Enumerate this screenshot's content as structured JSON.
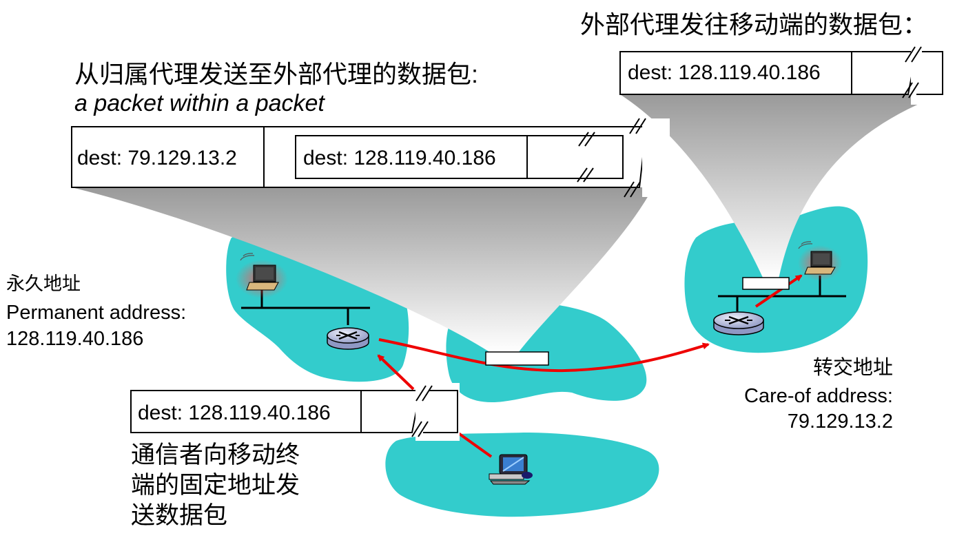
{
  "labels": {
    "foreign_agent_packet_title": "外部代理发往移动端的数据包：",
    "home_agent_packet_title": "从归属代理发送至外部代理的数据包:",
    "home_agent_packet_subtitle": "a packet within a packet",
    "permanent_address_cn": "永久地址",
    "permanent_address_en": "Permanent address:",
    "permanent_address_value": "128.119.40.186",
    "care_of_address_cn": "转交地址",
    "care_of_address_en": "Care-of address:",
    "care_of_address_value": "79.129.13.2",
    "correspondent_text_line1": "通信者向移动终",
    "correspondent_text_line2": "端的固定地址发",
    "correspondent_text_line3": "送数据包"
  },
  "packets": {
    "outer_dest": "dest: 79.129.13.2",
    "inner_dest": "dest: 128.119.40.186",
    "forwarded_dest": "dest: 128.119.40.186",
    "correspondent_dest": "dest: 128.119.40.186"
  },
  "colors": {
    "network_fill": "#33cccc",
    "arrow": "#ee0000",
    "router_fill": "#c0c8e8",
    "funnel_top": "#999999",
    "funnel_bottom": "#ffffff"
  }
}
